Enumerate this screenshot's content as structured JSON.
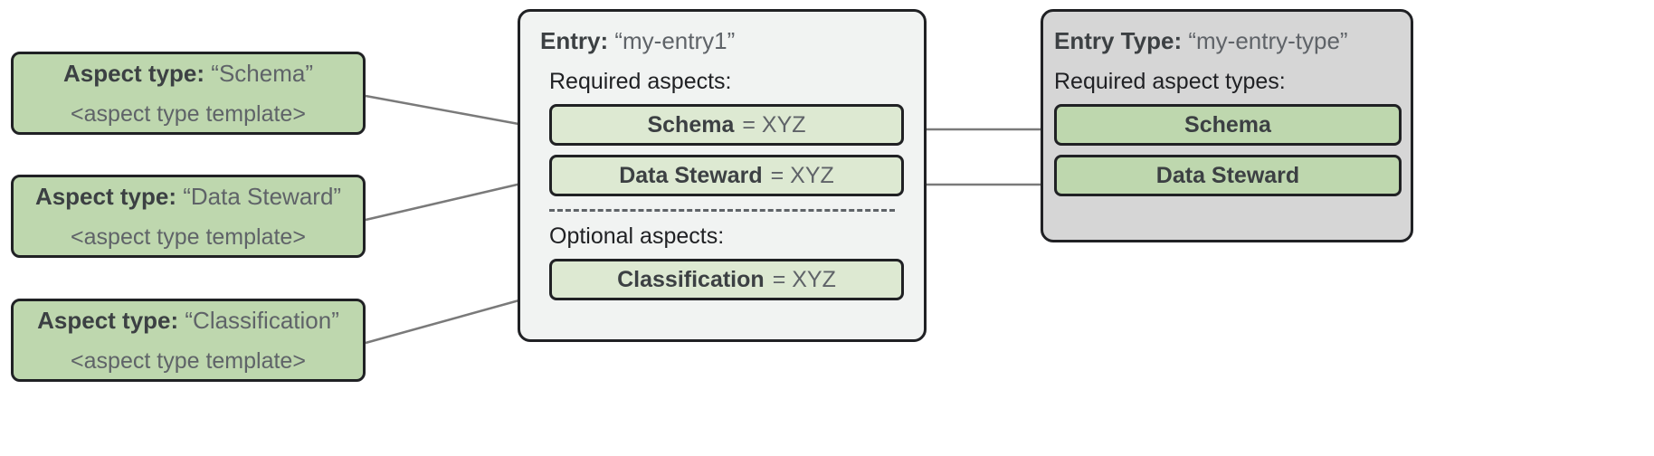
{
  "diagram": {
    "title_label_aspect_type": "Aspect type:",
    "template_placeholder": "<aspect type template>",
    "aspect_type_cards": [
      {
        "label": "Aspect type:",
        "name": "“Schema”",
        "template": "<aspect type template>"
      },
      {
        "label": "Aspect type:",
        "name": "“Data Steward”",
        "template": "<aspect type template>"
      },
      {
        "label": "Aspect type:",
        "name": "“Classification”",
        "template": "<aspect type template>"
      }
    ],
    "entry_panel": {
      "title_label": "Entry:",
      "title_value": "“my-entry1”",
      "required_label": "Required aspects:",
      "optional_label": "Optional aspects:",
      "required_aspects": [
        {
          "name": "Schema",
          "value": "= XYZ"
        },
        {
          "name": "Data Steward",
          "value": "= XYZ"
        }
      ],
      "optional_aspects": [
        {
          "name": "Classification",
          "value": "= XYZ"
        }
      ]
    },
    "entry_type_panel": {
      "title_label": "Entry Type:",
      "title_value": "“my-entry-type”",
      "required_label": "Required aspect types:",
      "required_aspect_types": [
        {
          "name": "Schema"
        },
        {
          "name": "Data Steward"
        }
      ]
    },
    "colors": {
      "card_green": "#bed7ae",
      "row_light_green": "#dde9d2",
      "entry_panel_bg": "#f1f3f2",
      "entry_type_panel_bg": "#d6d6d6",
      "outline": "#202124",
      "connector": "#7a7a7a",
      "text_primary": "#3c4043",
      "text_secondary": "#5f6368",
      "page_bg": "#ffffff"
    }
  }
}
